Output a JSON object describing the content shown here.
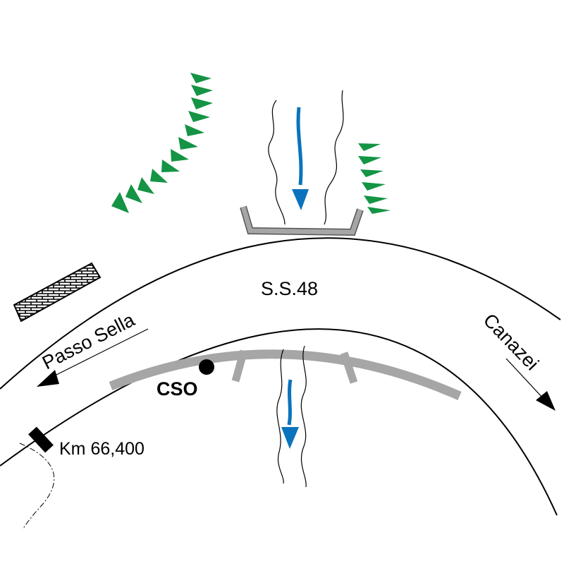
{
  "labels": {
    "road": "S.S.48",
    "left_direction": "Passo Sella",
    "right_direction": "Canazei",
    "station": "CSO",
    "kilometre": "Km 66,400"
  },
  "colors": {
    "road_line": "#000000",
    "barrier": "#a6a6a6",
    "stream": "#000000",
    "flow_arrow": "#0a73bd",
    "vegetation": "#149444",
    "station_dot": "#000000"
  },
  "icons": {
    "flow": "blue-flow-arrow",
    "vegetation": "green-triangle-tree",
    "wall": "hatched-retaining-wall",
    "station": "filled-circle",
    "milestone": "black-milestone-bar"
  }
}
